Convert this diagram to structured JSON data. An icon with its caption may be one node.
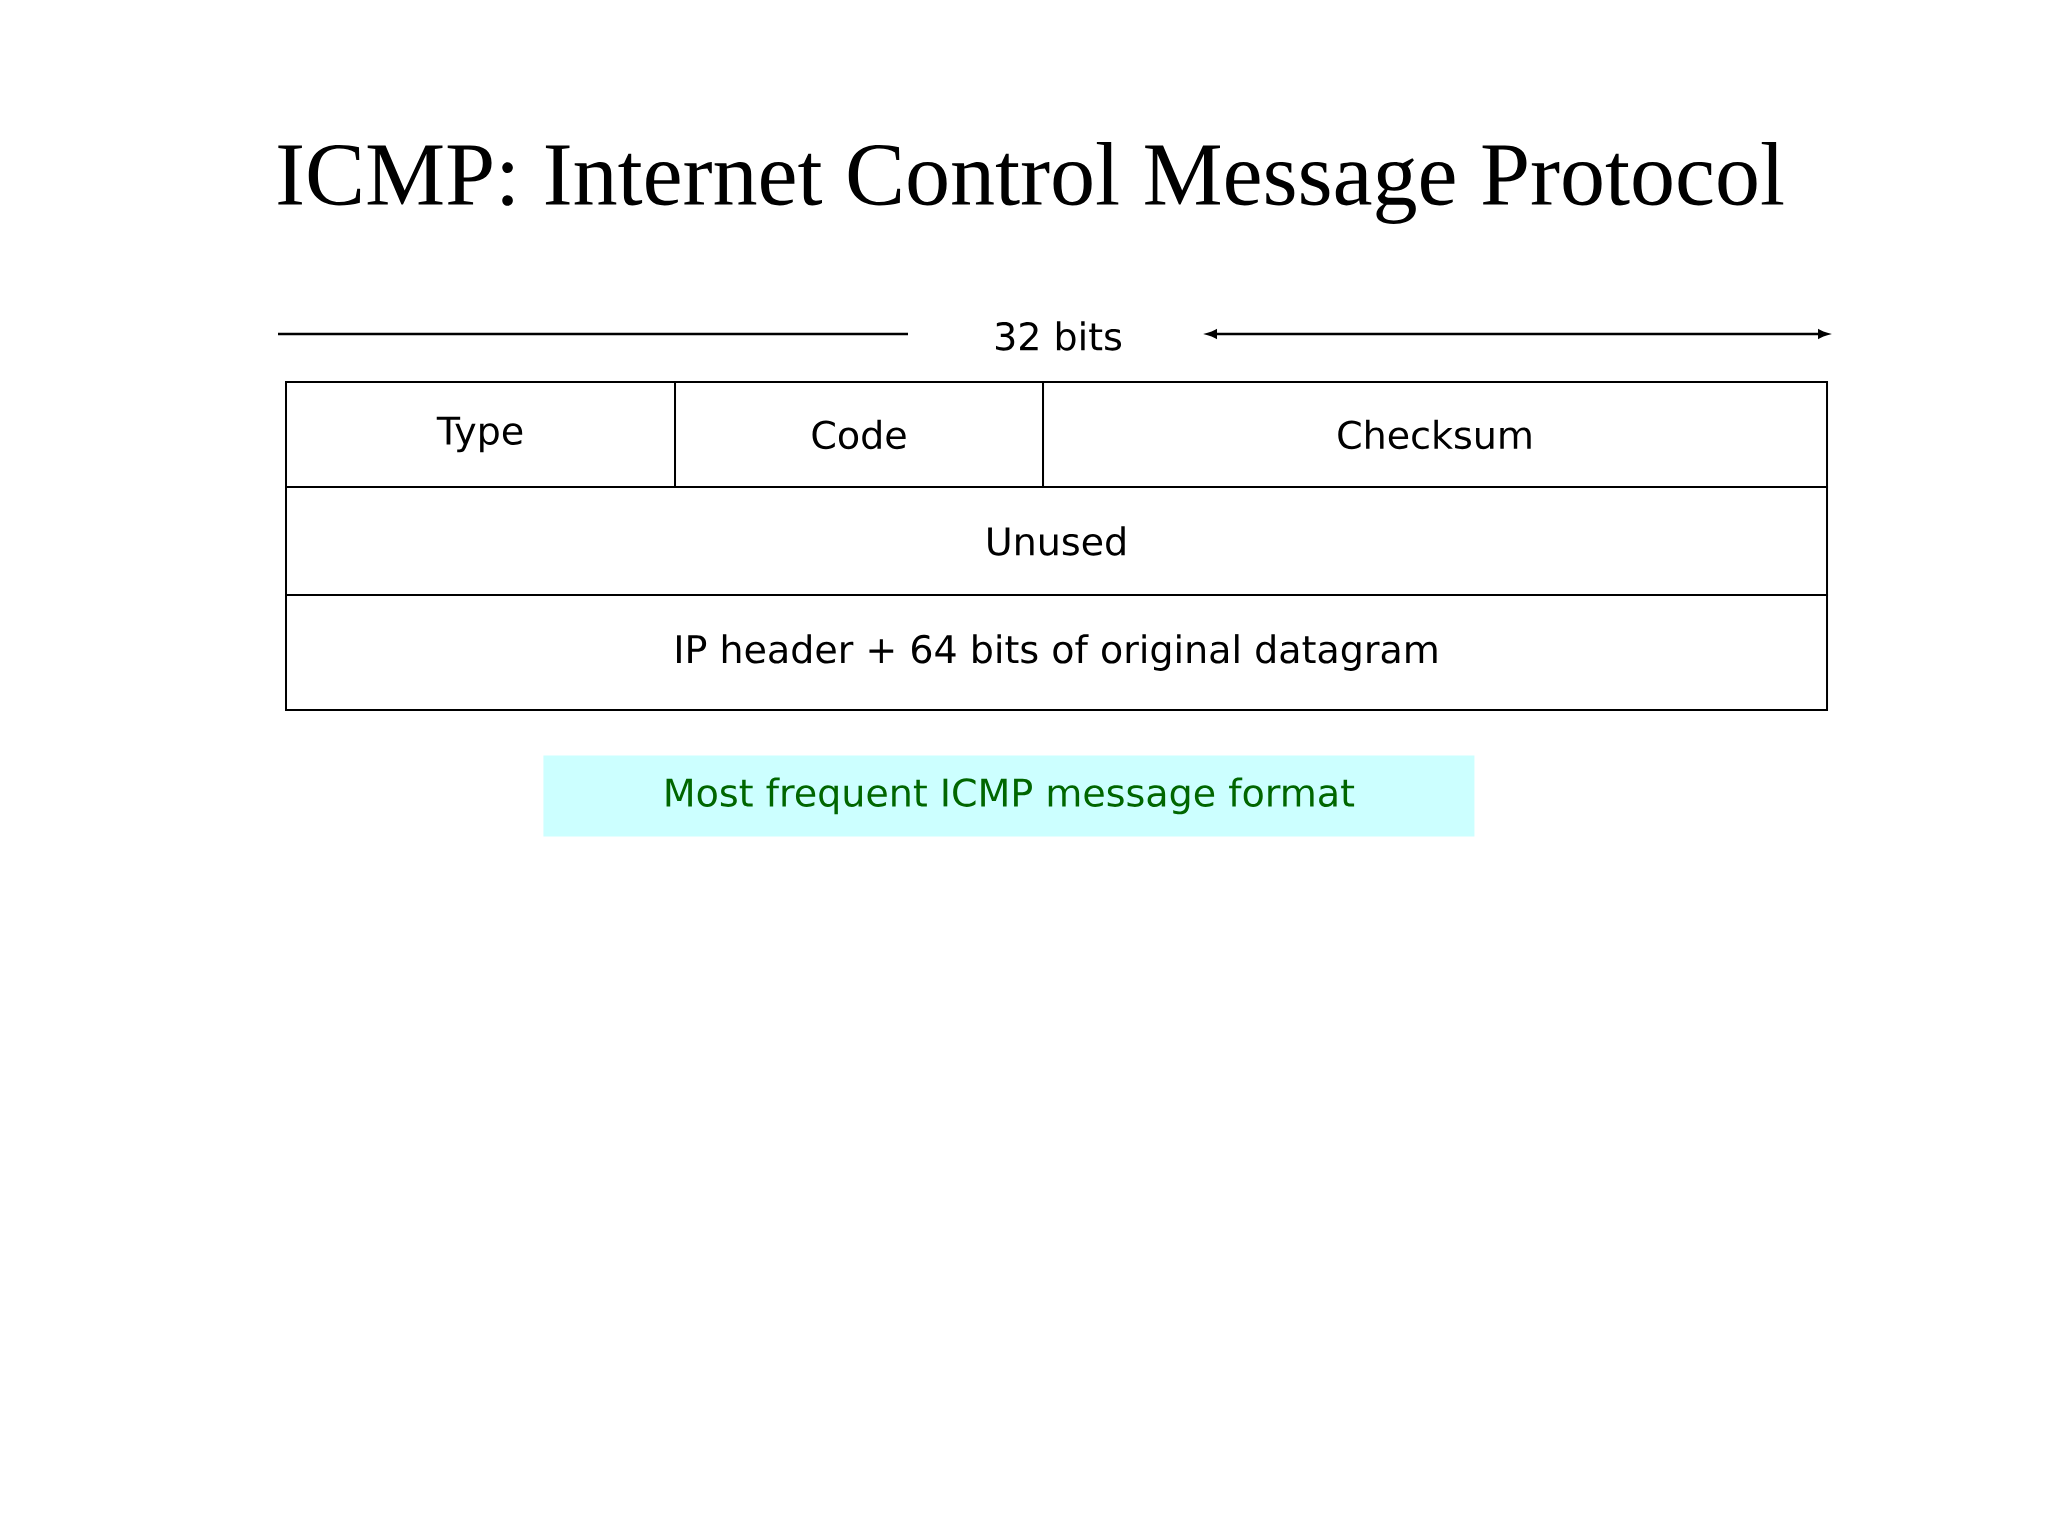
{
  "diagram": {
    "title": "ICMP: Internet Control Message Protocol",
    "nodes": [
      {
        "text": [
          "Type"
        ]
      },
      {
        "text": [
          "Code"
        ]
      },
      {
        "text": [
          "Checksum"
        ]
      },
      {
        "text": [
          "Unused"
        ]
      },
      {
        "text": [
          "IP header + 64 bits of original datagram"
        ]
      },
      {
        "text": [
          "Most frequent ICMP message format"
        ]
      }
    ],
    "labels": [
      "32 bits"
    ]
  }
}
